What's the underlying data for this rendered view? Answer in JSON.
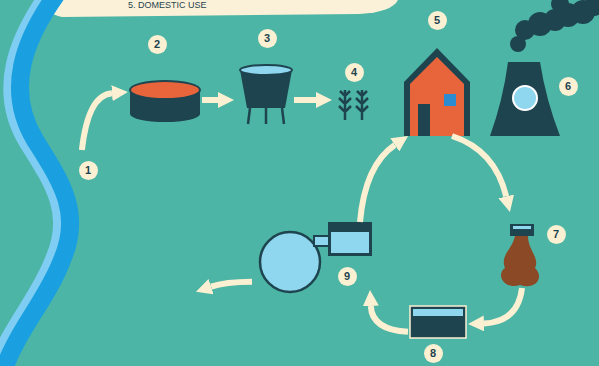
{
  "diagram": {
    "nodes": [
      {
        "text": [
          "1"
        ]
      },
      {
        "text": [
          "2"
        ]
      },
      {
        "text": [
          "3"
        ]
      },
      {
        "text": [
          "4"
        ]
      },
      {
        "text": [
          "5"
        ]
      },
      {
        "text": [
          "6"
        ]
      },
      {
        "text": [
          "7"
        ]
      },
      {
        "text": [
          "8"
        ]
      },
      {
        "text": [
          "9"
        ]
      }
    ],
    "edges": [
      {
        "from": 0,
        "to": 1,
        "arrow": "to"
      },
      {
        "from": 1,
        "to": 2,
        "arrow": "to"
      },
      {
        "from": 2,
        "to": 3,
        "arrow": "to"
      },
      {
        "from": 4,
        "to": 6,
        "arrow": "to"
      },
      {
        "from": 6,
        "to": 7,
        "arrow": "to"
      },
      {
        "from": 7,
        "to": 8,
        "arrow": "to"
      },
      {
        "from": 8,
        "to": 4,
        "arrow": "to"
      },
      {
        "from": 8,
        "to": 0,
        "arrow": "to"
      }
    ],
    "labels": [
      "5. DOMESTIC USE"
    ]
  }
}
